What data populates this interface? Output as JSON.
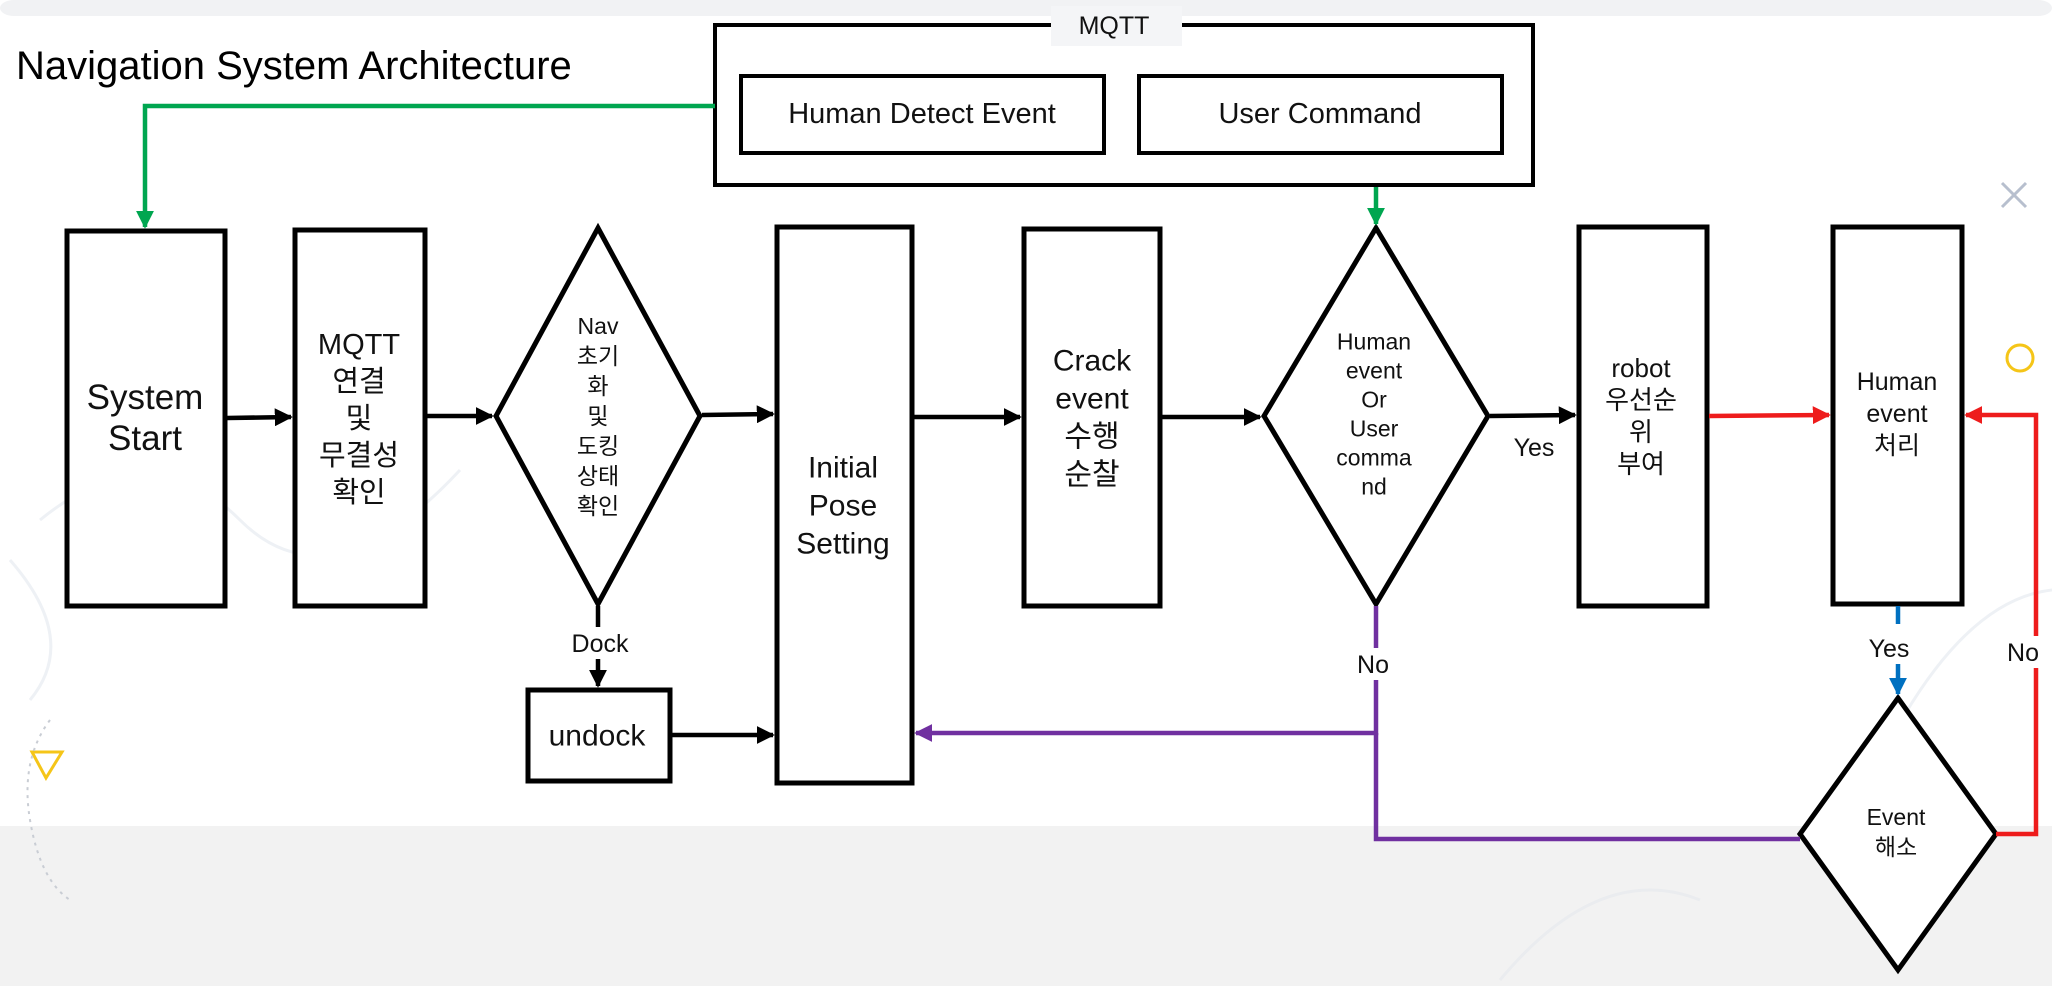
{
  "title": "Navigation System Architecture",
  "mqtt_group": {
    "label": "MQTT",
    "items": [
      "Human Detect Event",
      "User Command"
    ]
  },
  "nodes": {
    "system_start": [
      "System",
      "Start"
    ],
    "mqtt_connect": [
      "MQTT",
      "연결",
      "및",
      "무결성",
      "확인"
    ],
    "nav_init": [
      "Nav",
      "초기",
      "화",
      "및",
      "도킹",
      "상태",
      "확인"
    ],
    "undock": [
      "undock"
    ],
    "initial_pose": [
      "Initial",
      "Pose",
      "Setting"
    ],
    "crack_event": [
      "Crack",
      "event",
      "수행",
      "순찰"
    ],
    "human_or_user": [
      "Human",
      "event",
      "Or",
      "User",
      "comma",
      "nd"
    ],
    "robot_priority": [
      "robot",
      "우선순",
      "위",
      "부여"
    ],
    "human_event": [
      "Human",
      "event",
      "처리"
    ],
    "event_resolve": [
      "Event",
      "해소"
    ]
  },
  "edge_labels": {
    "dock": "Dock",
    "yes_1": "Yes",
    "no_1": "No",
    "yes_2": "Yes",
    "no_2": "No"
  },
  "colors": {
    "default_edge": "#000000",
    "mqtt_edge": "#00a650",
    "priority_edge": "#ee1c1c",
    "yes_edge": "#0070c0",
    "no_edge": "#7030a0",
    "decor_gray": "#b7bfce",
    "decor_yellow": "#f5c518"
  },
  "decor_icons": [
    "close-icon",
    "circle-icon",
    "triangle-icon"
  ]
}
